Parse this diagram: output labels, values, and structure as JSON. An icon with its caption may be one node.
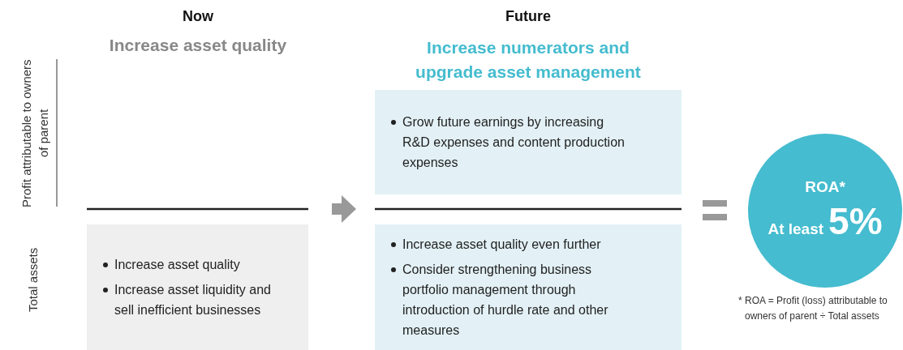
{
  "diagram": {
    "nodes": [
      {
        "text": [
          "Increase asset quality",
          "Increase asset liquidity and sell inefficient businesses"
        ]
      },
      {
        "text": [
          "Grow future earnings by increasing R&D expenses and content production expenses"
        ]
      },
      {
        "text": [
          "Increase asset quality even further",
          "Consider strengthening business portfolio management through introduction of hurdle rate and other measures"
        ]
      },
      {
        "text": [
          "ROA*",
          "At least",
          "5%"
        ],
        "beside": [
          "* ROA = Profit (loss) attributable to owners of parent ÷ Total assets"
        ]
      }
    ],
    "labels": [
      "Now",
      "Increase asset quality",
      "Future",
      "Increase numerators and upgrade asset management",
      "Profit attributable to owners of parent",
      "Total assets"
    ]
  }
}
